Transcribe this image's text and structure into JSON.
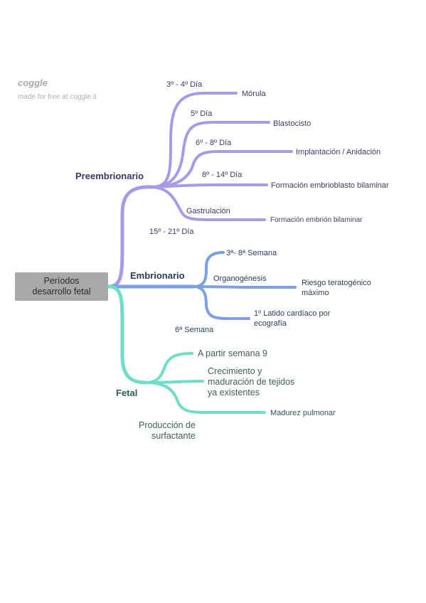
{
  "branding": {
    "logo": "coggle",
    "tagline": "made for free at coggle.it"
  },
  "colors": {
    "preembrionario": "#a89be6",
    "embrionario": "#7e9fe0",
    "fetal": "#72ddc6",
    "root_box": "#a9a9a9"
  },
  "root": {
    "line1": "Períodos",
    "line2": "desarrollo fetal"
  },
  "preembrionario": {
    "title": "Preembrionario",
    "items": [
      {
        "label": "3º - 4º Día",
        "leaf": "Mórula"
      },
      {
        "label": "5º Día",
        "leaf": "Blastocisto"
      },
      {
        "label": "6º - 8º Día",
        "leaf": "Implantación / Anidación"
      },
      {
        "label": "8º - 14º Día",
        "leaf": "Formación embrioblasto bilaminar"
      },
      {
        "label": "Gastrulación",
        "leaf": "Formación embrión bilaminar",
        "sublabel": "15º - 21º Día"
      }
    ]
  },
  "embrionario": {
    "title": "Embrionario",
    "items": [
      {
        "label": "3ª- 8ª Semana"
      },
      {
        "label": "Organogénesis",
        "leaf_line1": "Riesgo teratogénico",
        "leaf_line2": "máximo"
      },
      {
        "leaf_line1": "1º Latido cardíaco por",
        "leaf_line2": "ecografía",
        "sublabel": "6ª Semana"
      }
    ]
  },
  "fetal": {
    "title": "Fetal",
    "items": [
      {
        "label": "A partir semana 9"
      },
      {
        "line1": "Crecimiento y",
        "line2": "maduración de tejidos",
        "line3": "ya existentes"
      },
      {
        "leaf": "Madurez pulmonar",
        "sub_line1": "Producción de",
        "sub_line2": "surfactante"
      }
    ]
  }
}
